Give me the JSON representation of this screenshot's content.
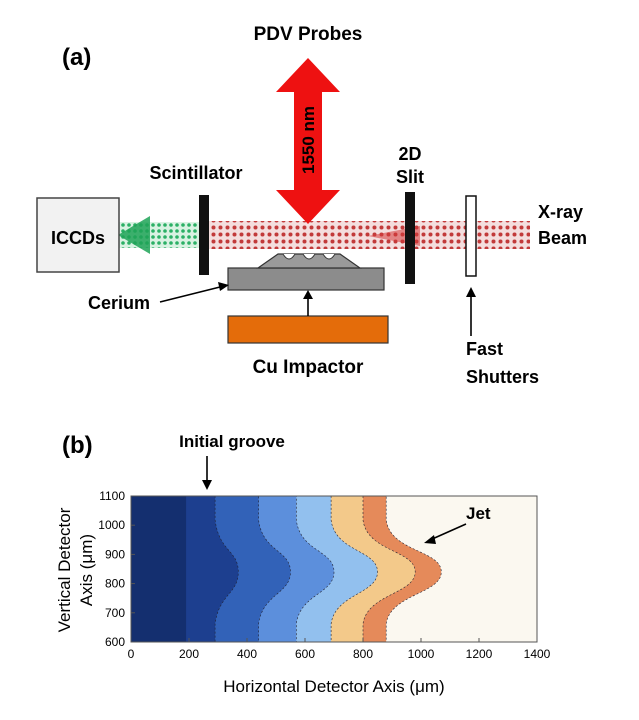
{
  "panel_a": {
    "label": "(a)",
    "pdv_probes": "PDV Probes",
    "wavelength": "1550 nm",
    "scintillator": "Scintillator",
    "slit": [
      "2D",
      "Slit"
    ],
    "xray": [
      "X-ray",
      "Beam"
    ],
    "iccds": "ICCDs",
    "cerium": "Cerium",
    "impactor": "Cu Impactor",
    "shutters": [
      "Fast",
      "Shutters"
    ],
    "colors": {
      "arrow_red": "#ee1111",
      "impactor_orange": "#e46c0a",
      "green_beam": "#22aa55"
    }
  },
  "panel_b": {
    "label": "(b)",
    "initial_groove": "Initial groove",
    "jet": "Jet",
    "ylabel": [
      "Vertical Detector",
      "Axis (μm)"
    ],
    "xlabel": "Horizontal Detector Axis (μm)"
  },
  "chart_data": {
    "type": "heatmap",
    "xlabel": "Horizontal Detector Axis (μm)",
    "ylabel": "Vertical Detector Axis (μm)",
    "xlim": [
      0,
      1400
    ],
    "ylim": [
      1100,
      600
    ],
    "xticks": [
      "0",
      "200",
      "400",
      "600",
      "800",
      "1000",
      "1200",
      "1400"
    ],
    "yticks": [
      "600",
      "700",
      "800",
      "900",
      "1000",
      "1100"
    ],
    "xtick_values": [
      0,
      200,
      400,
      600,
      800,
      1000,
      1200,
      1400
    ],
    "ytick_values": [
      600,
      700,
      800,
      900,
      1000,
      1100
    ],
    "fronts": [
      {
        "base_x": 290,
        "bulge": 80,
        "color": "#1d3f8f"
      },
      {
        "base_x": 440,
        "bulge": 110,
        "color": "#3262b8"
      },
      {
        "base_x": 570,
        "bulge": 130,
        "color": "#5c8fdc"
      },
      {
        "base_x": 690,
        "bulge": 160,
        "color": "#92c0ee"
      },
      {
        "base_x": 800,
        "bulge": 180,
        "color": "#f3c98a"
      },
      {
        "base_x": 880,
        "bulge": 190,
        "color": "#e58a5a"
      }
    ],
    "bulge_center_y": 840,
    "background_color": "#142d6b",
    "unshocked_color": "#fbf8f0"
  }
}
